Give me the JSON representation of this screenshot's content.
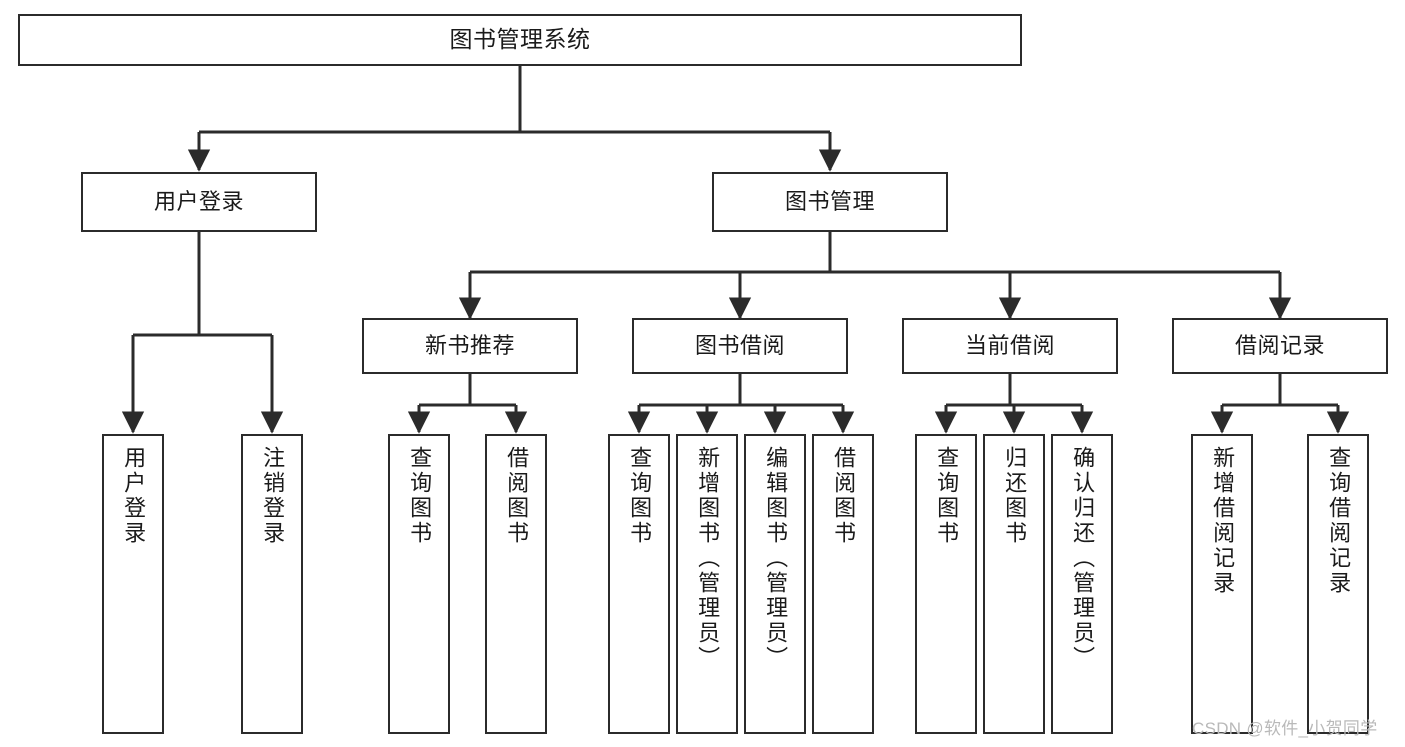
{
  "diagram": {
    "title": "图书管理系统",
    "type": "hierarchy-tree",
    "stroke_color": "#2b2b2b",
    "fill_color": "#ffffff",
    "text_color": "#1a1a1a"
  },
  "nodes": {
    "root": {
      "label": "图书管理系统"
    },
    "level2": [
      {
        "label": "用户登录"
      },
      {
        "label": "图书管理"
      }
    ],
    "level3": [
      {
        "label": "新书推荐"
      },
      {
        "label": "图书借阅"
      },
      {
        "label": "当前借阅"
      },
      {
        "label": "借阅记录"
      }
    ],
    "leaves": {
      "user_login": [
        {
          "label": "用户登录"
        },
        {
          "label": "注销登录"
        }
      ],
      "new_book": [
        {
          "label": "查询图书"
        },
        {
          "label": "借阅图书"
        }
      ],
      "book_borrow": [
        {
          "label": "查询图书"
        },
        {
          "label": "新增图书（管理员）"
        },
        {
          "label": "编辑图书（管理员）"
        },
        {
          "label": "借阅图书"
        }
      ],
      "current_borrow": [
        {
          "label": "查询图书"
        },
        {
          "label": "归还图书"
        },
        {
          "label": "确认归还（管理员）"
        }
      ],
      "borrow_record": [
        {
          "label": "新增借阅记录"
        },
        {
          "label": "查询借阅记录"
        }
      ]
    }
  },
  "watermark": {
    "text": "CSDN @软件_小贺同学"
  }
}
